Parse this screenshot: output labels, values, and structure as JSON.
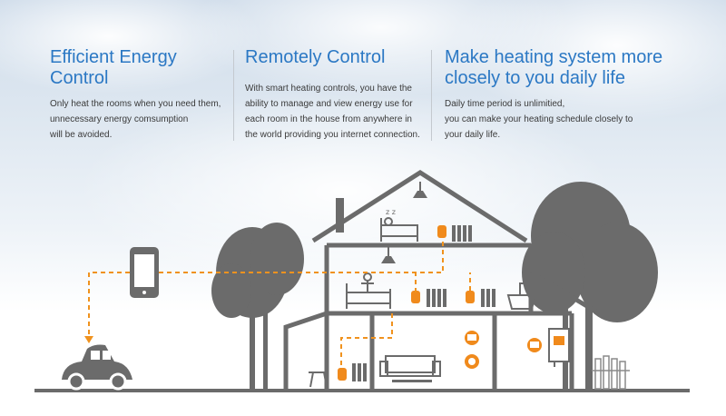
{
  "columns": [
    {
      "title_lines": [
        "Efficient Energy",
        "Control"
      ],
      "text_lines": [
        "Only heat the rooms when you need them,",
        "unnecessary energy comsumption",
        "will be avoided."
      ]
    },
    {
      "title_lines": [
        "Remotely Control",
        ""
      ],
      "text_lines": [
        "With smart heating controls, you have the",
        "ability to manage and view energy use for",
        "each room in the house from anywhere in",
        "the world providing you internet connection."
      ]
    },
    {
      "title_lines": [
        "Make heating system more",
        "closely to you daily life"
      ],
      "text_lines": [
        "Daily time period is unlimitied,",
        "you can make your heating schedule closely to",
        "your daily life."
      ]
    }
  ],
  "colors": {
    "title_blue": "#2b78c4",
    "house_gray": "#6b6b6b",
    "accent_orange": "#f08a1c",
    "dash_orange": "#f0921e"
  },
  "icons": [
    "phone-icon",
    "car-icon",
    "thermostat-icon",
    "radiator-icon",
    "bed-icon",
    "sofa-icon",
    "bathtub-icon",
    "boiler-icon",
    "tree-icon",
    "lamp-icon"
  ]
}
